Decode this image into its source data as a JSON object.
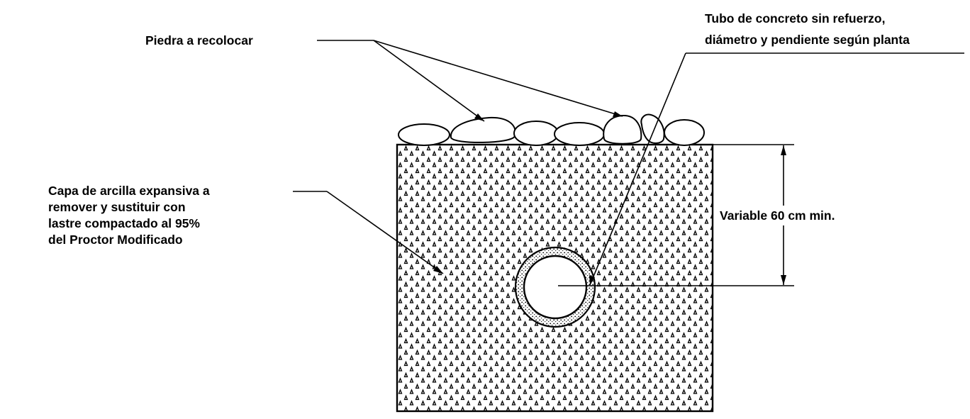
{
  "labels": {
    "stone": "Piedra a recolocar",
    "pipe_line1": "Tubo de concreto sin refuerzo,",
    "pipe_line2": "diámetro y pendiente según planta",
    "clay_line1": "Capa de arcilla expansiva a",
    "clay_line2": "remover y sustituir con",
    "clay_line3": "lastre compactado al 95%",
    "clay_line4": "del Proctor Modificado",
    "dimension": "Variable 60 cm min."
  },
  "colors": {
    "ink": "#000000",
    "background": "#ffffff"
  }
}
